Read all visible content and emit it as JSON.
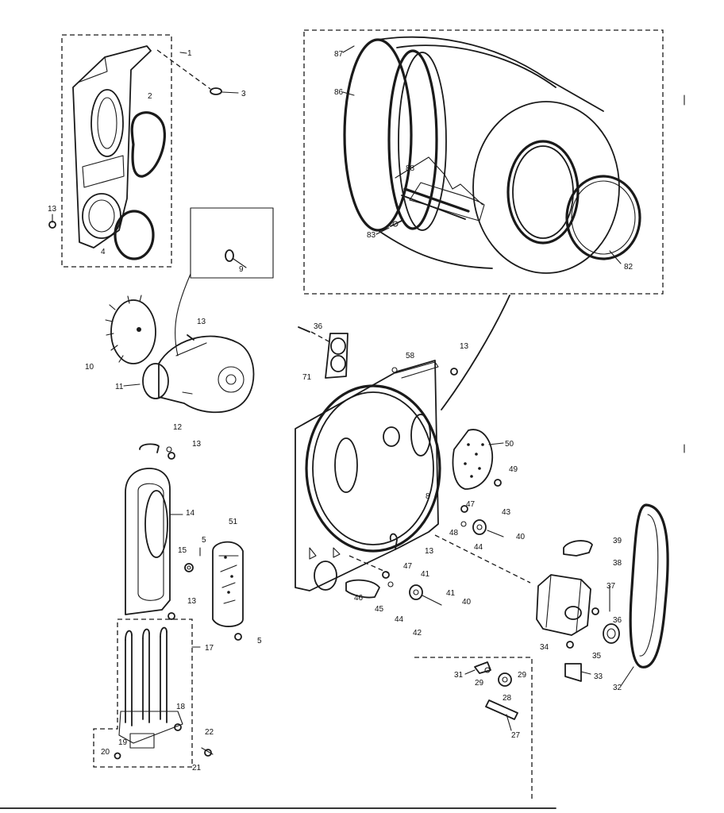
{
  "diagram": {
    "callouts": {
      "c1": "1",
      "c2": "2",
      "c3": "3",
      "c4": "4",
      "c13a": "13",
      "c9": "9",
      "c10": "10",
      "c11": "11",
      "c13b": "13",
      "c12": "12",
      "c13c": "13",
      "c14": "14",
      "c15": "15",
      "c5a": "5",
      "c51": "51",
      "c13d": "13",
      "c5b": "5",
      "c17": "17",
      "c18": "18",
      "c19": "19",
      "c20": "20",
      "c21": "21",
      "c22": "22",
      "c87": "87",
      "c86": "86",
      "c88": "88",
      "c83": "83",
      "c82": "82",
      "c36a": "36",
      "c71": "71",
      "c58": "58",
      "c13e": "13",
      "c50": "50",
      "c49": "49",
      "c8": "8",
      "c47a": "47",
      "c48a": "48",
      "c43": "43",
      "c44a": "44",
      "c40a": "40",
      "c13f": "13",
      "c47b": "47",
      "c41a": "41",
      "c45": "45",
      "c44b": "44",
      "c41b": "41",
      "c40b": "40",
      "c42": "42",
      "c46": "46",
      "c39": "39",
      "c38": "38",
      "c37": "37",
      "c36b": "36",
      "c34": "34",
      "c35": "35",
      "c33": "33",
      "c32": "32",
      "c31": "31",
      "c29a": "29",
      "c29b": "29",
      "c28": "28",
      "c27": "27"
    }
  }
}
